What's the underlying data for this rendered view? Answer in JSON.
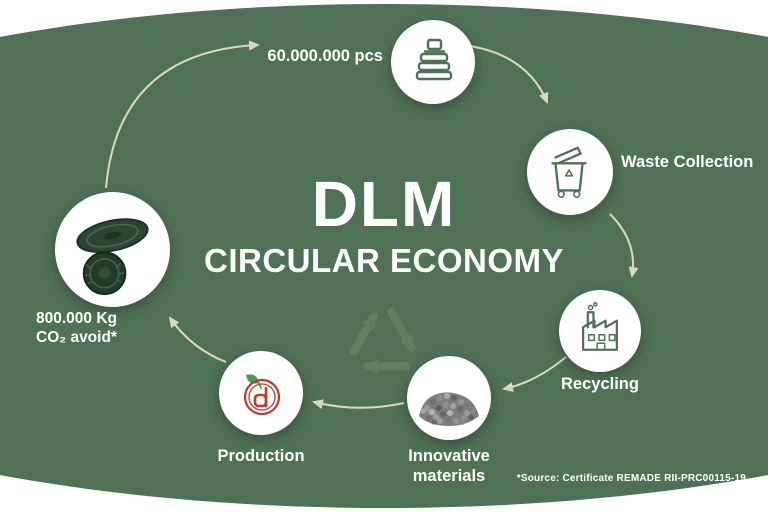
{
  "center": {
    "title": "DLM",
    "subtitle": "CIRCULAR ECONOMY",
    "symbol": "recycle-arrows-icon"
  },
  "nodes": {
    "input": {
      "label": "60.000.000 pcs",
      "icon": "stacked-caps-icon"
    },
    "waste_collection": {
      "label": "Waste Collection",
      "icon": "waste-bin-icon"
    },
    "recycling": {
      "label": "Recycling",
      "icon": "factory-icon"
    },
    "innovative_materials": {
      "label": "Innovative materials",
      "icon": "plastic-granules-photo"
    },
    "production": {
      "label": "Production",
      "icon": "dlm-leaf-logo-icon"
    },
    "impact": {
      "label_line1": "800.000 Kg",
      "label_line2": "CO₂ avoid*",
      "icon": "recycled-caps-photo"
    }
  },
  "footnote": "*Source: Certificate REMADE RII-PRC00115-19",
  "colors": {
    "ellipse_green": "#4f7155",
    "icon_green": "#4f7155",
    "recycle_green": "#5e8162",
    "arrow_cream": "#ece4cc",
    "text_white": "#ffffff",
    "logo_red": "#c23a2a",
    "leaf_green": "#4e9b43",
    "cap_dark_green": "#243c2b"
  }
}
